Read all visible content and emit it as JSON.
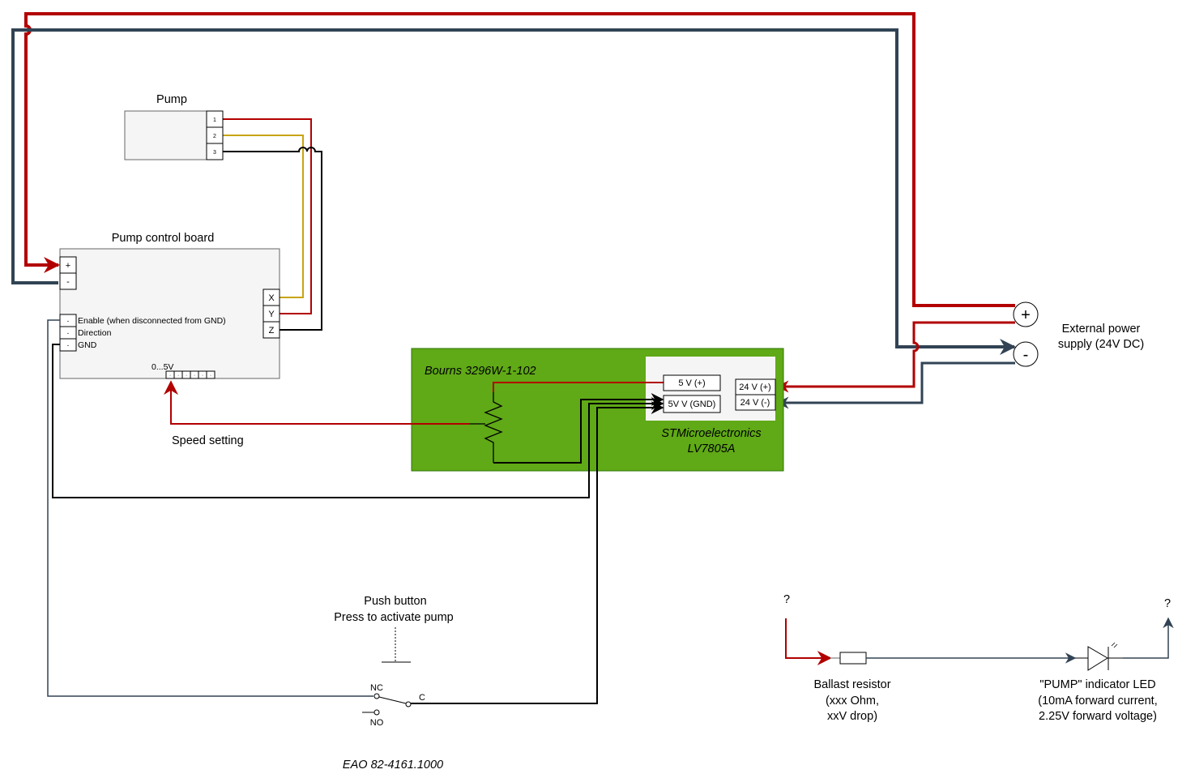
{
  "colors": {
    "positive_wire": "#B20000",
    "negative_wire": "#314354",
    "signal_wire": "#000000",
    "yellow_wire": "#C7A412",
    "board_fill": "#F5F5F5",
    "green_board": "#60A917",
    "green_board_border": "#2D7600",
    "regulator_fill": "#F5F5F5"
  },
  "pump": {
    "title": "Pump",
    "pins": [
      "1",
      "2",
      "3"
    ]
  },
  "control_board": {
    "title": "Pump control board",
    "power_pins": [
      "+",
      "-"
    ],
    "output_pins": [
      "X",
      "Y",
      "Z"
    ],
    "io_pins": [
      {
        "symbol": "·",
        "label": "Enable (when disconnected from GND)"
      },
      {
        "symbol": "·",
        "label": "Direction"
      },
      {
        "symbol": "·",
        "label": "GND"
      }
    ],
    "analog_label": "0...5V",
    "analog_pins": [
      "·",
      "·",
      "·",
      "·",
      "·",
      "·"
    ]
  },
  "speed_setting_label": "Speed setting",
  "regulator_board": {
    "potentiometer_label": "Bourns 3296W-1-102",
    "regulator_name_line1": "STMicroelectronics",
    "regulator_name_line2": "LV7805A",
    "pin_5v_plus": "5 V (+)",
    "pin_5v_gnd": "5V V (GND)",
    "pin_24v_plus": "24 V (+)",
    "pin_24v_minus": "24 V (-)"
  },
  "power_supply": {
    "plus_symbol": "+",
    "minus_symbol": "-",
    "label_line1": "External power",
    "label_line2": "supply (24V DC)"
  },
  "push_button": {
    "title_line1": "Push button",
    "title_line2": "Press to activate pump",
    "nc": "NC",
    "no": "NO",
    "c": "C",
    "part_number": "EAO  82-4161.1000"
  },
  "led_circuit": {
    "input_unknown": "?",
    "output_unknown": "?",
    "resistor_line1": "Ballast resistor",
    "resistor_line2": "(xxx Ohm,",
    "resistor_line3": "xxV drop)",
    "led_line1": "\"PUMP\" indicator LED",
    "led_line2": "(10mA forward current,",
    "led_line3": "2.25V forward voltage)"
  }
}
